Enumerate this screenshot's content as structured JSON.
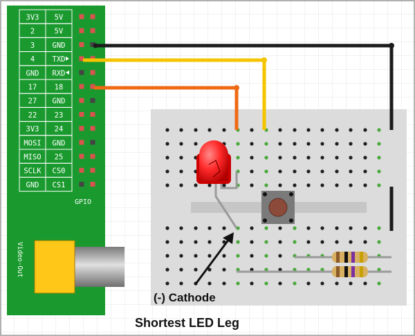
{
  "header_rows": [
    [
      "3V3",
      "5V"
    ],
    [
      "2",
      "5V"
    ],
    [
      "3",
      "GND"
    ],
    [
      "4",
      "TXD"
    ],
    [
      "GND",
      "RXD"
    ],
    [
      "17",
      "18"
    ],
    [
      "27",
      "GND"
    ],
    [
      "22",
      "23"
    ],
    [
      "3V3",
      "24"
    ],
    [
      "MOSI",
      "GND"
    ],
    [
      "MISO",
      "25"
    ],
    [
      "SCLK",
      "CS0"
    ],
    [
      "GND",
      "CS1"
    ]
  ],
  "pin_colors": [
    [
      "#d9534f",
      "#d9534f"
    ],
    [
      "#d9534f",
      "#d9534f"
    ],
    [
      "#d9534f",
      "#444444"
    ],
    [
      "#d9534f",
      "#d9534f"
    ],
    [
      "#444444",
      "#d9534f"
    ],
    [
      "#d9534f",
      "#d9534f"
    ],
    [
      "#d9534f",
      "#444444"
    ],
    [
      "#d9534f",
      "#d9534f"
    ],
    [
      "#d9534f",
      "#d9534f"
    ],
    [
      "#d9534f",
      "#444444"
    ],
    [
      "#d9534f",
      "#d9534f"
    ],
    [
      "#d9534f",
      "#d9534f"
    ],
    [
      "#444444",
      "#d9534f"
    ]
  ],
  "gpio_label": "GPIO",
  "video_label": "Video-Out",
  "annotation": "(-) Cathode",
  "caption": "Shortest LED Leg",
  "colors": {
    "pi_board": "#1a9a2e",
    "breadboard": "#dcdcdc",
    "wire_black": "#1b1b1b",
    "wire_yellow": "#f5c400",
    "wire_orange": "#f06a14",
    "led": "#ff2a2a",
    "button_cap": "#8b4a3a",
    "resistor": "#d8b062",
    "grid": "#e6e6e6"
  }
}
